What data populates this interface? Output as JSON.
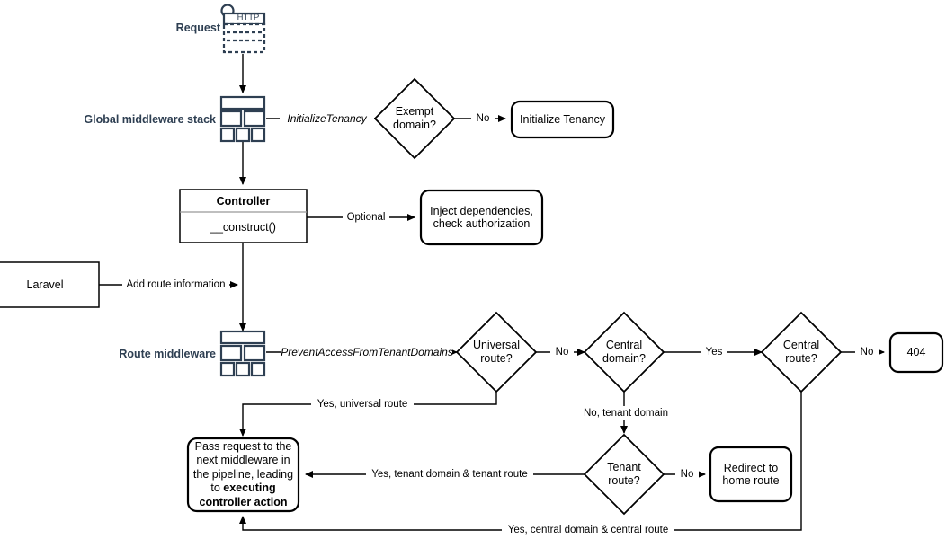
{
  "diagram": {
    "title": "Laravel multi-tenancy request lifecycle flowchart",
    "stroke_color": "#000000",
    "icon_color": "#2E3F52",
    "label_color": "#2E3F52",
    "background": "#ffffff"
  },
  "labels": {
    "request": "Request",
    "global_middleware_stack": "Global middleware stack",
    "route_middleware": "Route middleware"
  },
  "icons": {
    "http_request": "HTTP",
    "global_stack": "middleware-stack-icon",
    "route_stack": "middleware-stack-icon"
  },
  "nodes": {
    "exempt_domain": "Exempt\ndomain?",
    "initialize_tenancy": "Initialize Tenancy",
    "controller_title": "Controller",
    "controller_method": "__construct()",
    "inject_dependencies": "Inject dependencies,\ncheck authorization",
    "laravel": "Laravel",
    "universal_route": "Universal\nroute?",
    "central_domain": "Central\ndomain?",
    "central_route": "Central\nroute?",
    "not_found": "404",
    "tenant_route": "Tenant\nroute?",
    "redirect_home": "Redirect to\nhome route",
    "pass_request_line1": "Pass request to the",
    "pass_request_line2": "next middleware in",
    "pass_request_line3": "the pipeline, leading",
    "pass_request_line4": "to ",
    "pass_request_bold1": "executing",
    "pass_request_bold2": "controller action"
  },
  "edges": {
    "initialize_tenancy_mw": "InitializeTenancy",
    "exempt_no": "No",
    "optional": "Optional",
    "add_route_information": "Add route information",
    "prevent_access": "PreventAccessFromTenantDomains",
    "universal_no": "No",
    "central_domain_yes": "Yes",
    "central_route_no": "No",
    "no_tenant_domain": "No, tenant domain",
    "tenant_route_no": "No",
    "yes_universal_route": "Yes, universal route",
    "yes_tenant_domain_tenant_route": "Yes, tenant domain & tenant route",
    "yes_central_domain_central_route": "Yes, central domain & central route"
  }
}
